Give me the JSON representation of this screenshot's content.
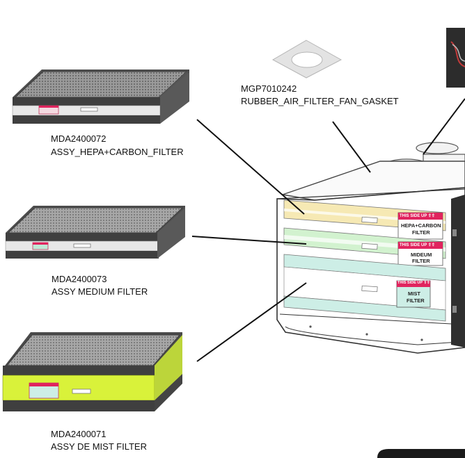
{
  "parts": [
    {
      "code": "MDA2400072",
      "name": "ASSY_HEPA+CARBON_FILTER"
    },
    {
      "code": "MDA2400073",
      "name": "ASSY MEDIUM FILTER"
    },
    {
      "code": "MDA2400071",
      "name": "ASSY DE MIST FILTER"
    },
    {
      "code": "MGP7010242",
      "name": "RUBBER_AIR_FILTER_FAN_GASKET"
    }
  ],
  "filter_tags": {
    "this_side_up": "THIS SIDE UP ⇧⇧",
    "hepa_line1": "HEPA+CARBON",
    "hepa_line2": "FILTER",
    "medium_line1": "MIDEUM",
    "medium_line2": "FILTER",
    "mist_line1": "MIST",
    "mist_line2": "FILTER"
  },
  "colors": {
    "hepa_band": "#f6e9b4",
    "medium_band": "#d2f2cf",
    "mist_band": "#cdeee6",
    "mist_filter_body": "#d9f23a",
    "tag_red": "#e0245e",
    "filter_frame": "#5a5a5a"
  }
}
